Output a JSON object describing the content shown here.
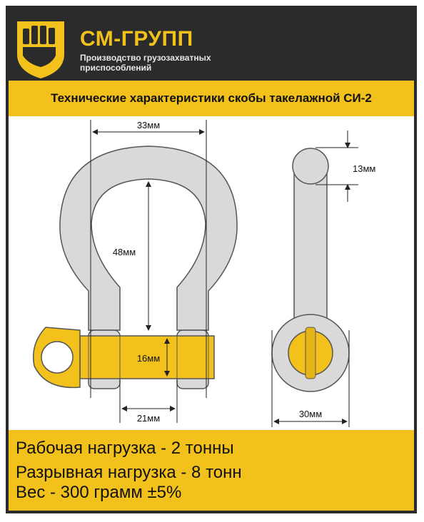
{
  "header": {
    "brand": "СМ-ГРУПП",
    "tagline_line1": "Производство грузозахватных",
    "tagline_line2": "приспособлений",
    "logo_icon": "fist-shield-icon"
  },
  "title": "Технические характеристики скобы такелажной СИ-2",
  "dimensions": {
    "width_inner": "33мм",
    "height_inner": "48мм",
    "pin_diameter": "16мм",
    "jaw_width": "21мм",
    "side_pin_height": "13мм",
    "eye_width": "30мм"
  },
  "specs": {
    "working_load": "Рабочая нагрузка - 2 тонны",
    "breaking_load": "Разрывная нагрузка - 8 тонн",
    "weight": "Вес - 300 грамм ±5%"
  },
  "colors": {
    "frame": "#2b2b2b",
    "accent": "#f2c11c",
    "metal": "#d9d9d9"
  }
}
